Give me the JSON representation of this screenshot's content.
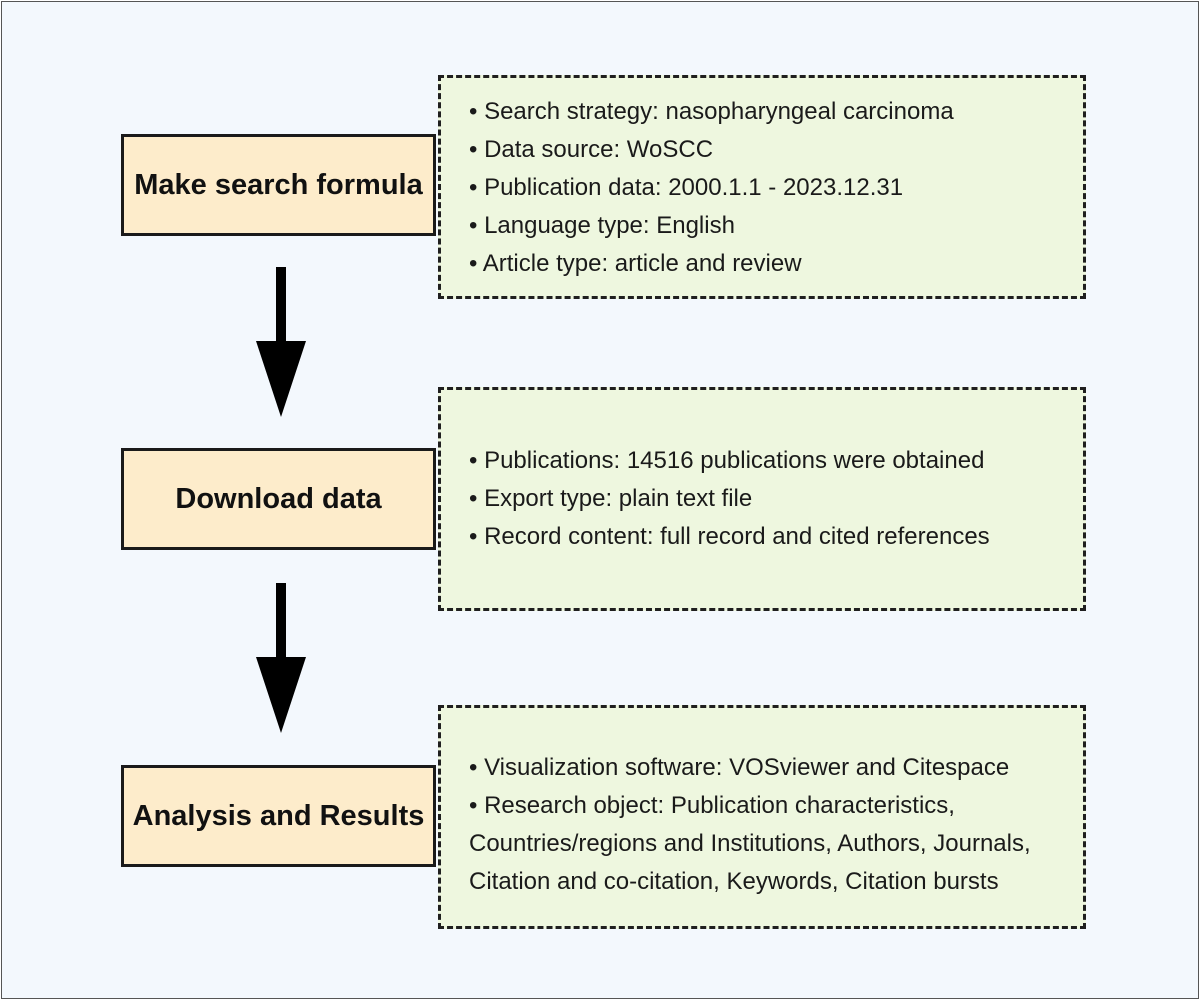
{
  "steps": [
    {
      "label": "Make search formula",
      "details": [
        "• Search strategy: nasopharyngeal carcinoma",
        "• Data source: WoSCC",
        "• Publication data: 2000.1.1 - 2023.12.31",
        "• Language type: English",
        "• Article type: article and review"
      ]
    },
    {
      "label": "Download data",
      "details": [
        "• Publications: 14516 publications were obtained",
        "• Export type: plain text file",
        "• Record content: full record and cited references"
      ]
    },
    {
      "label": "Analysis and Results",
      "details": [
        "• Visualization software: VOSviewer and Citespace",
        "• Research object: Publication characteristics, Countries/regions and Institutions, Authors, Journals, Citation and co-citation, Keywords, Citation bursts"
      ]
    }
  ],
  "colors": {
    "background": "#f3f8fd",
    "step_fill": "#fdeccb",
    "detail_fill": "#eef7df",
    "stroke": "#1a1a1a"
  }
}
